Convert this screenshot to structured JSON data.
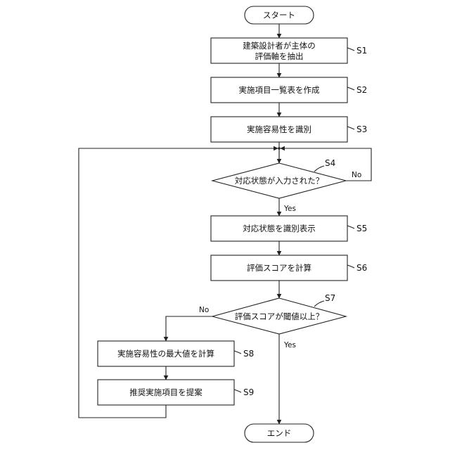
{
  "flowchart": {
    "start": "スタート",
    "end": "エンド",
    "steps": [
      {
        "id": "S1",
        "lines": [
          "建築設計者が主体の",
          "評価軸を抽出"
        ]
      },
      {
        "id": "S2",
        "lines": [
          "実施項目一覧表を作成"
        ]
      },
      {
        "id": "S3",
        "lines": [
          "実施容易性を識別"
        ]
      },
      {
        "id": "S4",
        "lines": [
          "対応状態が入力された？"
        ]
      },
      {
        "id": "S5",
        "lines": [
          "対応状態を識別表示"
        ]
      },
      {
        "id": "S6",
        "lines": [
          "評価スコアを計算"
        ]
      },
      {
        "id": "S7",
        "lines": [
          "評価スコアが閾値以上？"
        ]
      },
      {
        "id": "S8",
        "lines": [
          "実施容易性の最大値を計算"
        ]
      },
      {
        "id": "S9",
        "lines": [
          "推奨実施項目を提案"
        ]
      }
    ],
    "branches": {
      "s4_no": "No",
      "s4_yes": "Yes",
      "s7_no": "No",
      "s7_yes": "Yes"
    }
  }
}
